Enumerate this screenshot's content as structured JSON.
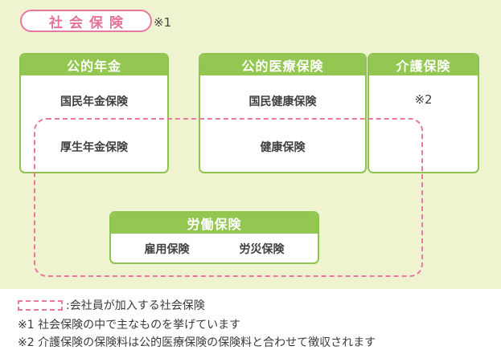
{
  "title": {
    "label": "社会保険",
    "note": "※1"
  },
  "boxes": {
    "pension": {
      "header": "公的年金",
      "items": [
        "国民年金保険",
        "厚生年金保険"
      ]
    },
    "medical": {
      "header": "公的医療保険",
      "items": [
        "国民健康保険",
        "健康保険"
      ]
    },
    "care": {
      "header": "介護保険",
      "items": [
        "※2"
      ]
    },
    "labor": {
      "header": "労働保険",
      "items": [
        "雇用保険",
        "労災保険"
      ]
    }
  },
  "legend": {
    "dashed_label": ":会社員が加入する社会保険",
    "note1": "※1 社会保険の中で主なものを挙げています",
    "note2": "※2 介護保険の保険料は公的医療保険の保険料と合わせて徴収されます"
  },
  "colors": {
    "background": "#f0f3cf",
    "green": "#94c751",
    "pink": "#e8789f"
  }
}
